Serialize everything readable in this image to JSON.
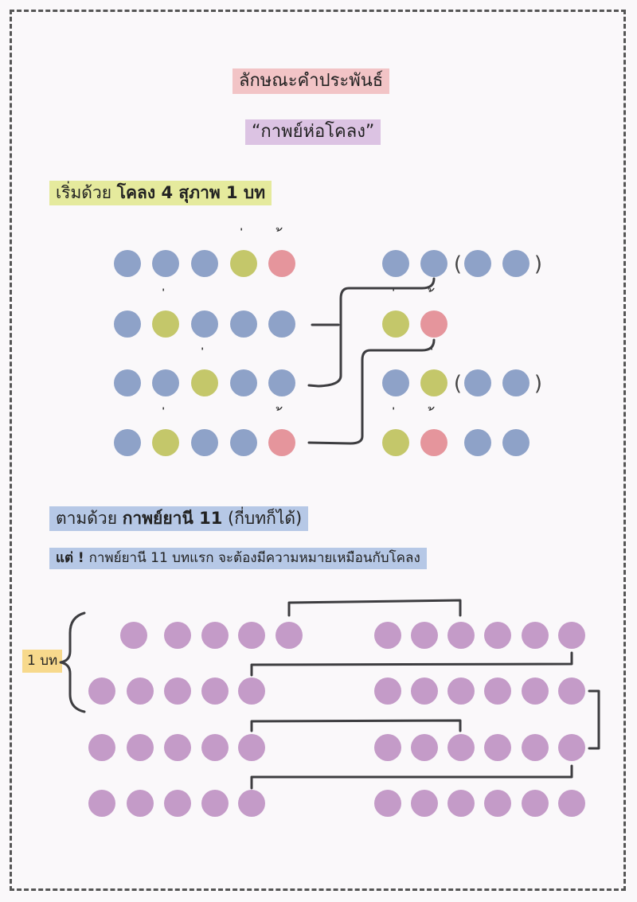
{
  "title": "ลักษณะคำประพันธ์",
  "subtitle": "“กาพย์ห่อโคลง”",
  "section1": {
    "prefix": "เริ่มด้วย ",
    "bold": "โคลง 4 สุภาพ 1 บท"
  },
  "section2": {
    "prefix": "ตามด้วย ",
    "bold": "กาพย์ยานี 11",
    "suffix": " (กี่บทก็ได้)"
  },
  "note": {
    "prefix": "แต่ ! ",
    "text": "กาพย์ยานี 11 บทแรก จะต้องมีความหมายเหมือนกับโคลง"
  },
  "badge": "1 บท",
  "marks": {
    "ek": "่",
    "tho": "้",
    "open_paren": "(",
    "close_paren": ")"
  },
  "colors": {
    "plain": "#8ea2c8",
    "ek_syllable": "#c4c76a",
    "tho_syllable": "#e5959c",
    "yani_syllable": "#c49bc8",
    "title_bg": "#f2c4c6",
    "subtitle_bg": "#dcc3e3",
    "section1_bg": "#e5ea9d",
    "section2_bg": "#b6c8e6",
    "badge_bg": "#f7d98c"
  },
  "khlong_lines": [
    {
      "first": [
        "p",
        "p",
        "p",
        "e",
        "t"
      ],
      "second": [
        "p",
        "p"
      ],
      "optional": [
        "p",
        "p"
      ]
    },
    {
      "first": [
        "p",
        "e",
        "p",
        "p",
        "p"
      ],
      "second": [
        "e",
        "t"
      ],
      "optional": []
    },
    {
      "first": [
        "p",
        "p",
        "e",
        "p",
        "p"
      ],
      "second": [
        "p",
        "e"
      ],
      "optional": [
        "p",
        "p"
      ]
    },
    {
      "first": [
        "p",
        "e",
        "p",
        "p",
        "t"
      ],
      "second": [
        "e",
        "t",
        "p",
        "p"
      ],
      "optional": []
    }
  ],
  "yani_lines": [
    {
      "first": 5,
      "second": 6
    },
    {
      "first": 5,
      "second": 6
    },
    {
      "first": 5,
      "second": 6
    },
    {
      "first": 5,
      "second": 6
    }
  ]
}
